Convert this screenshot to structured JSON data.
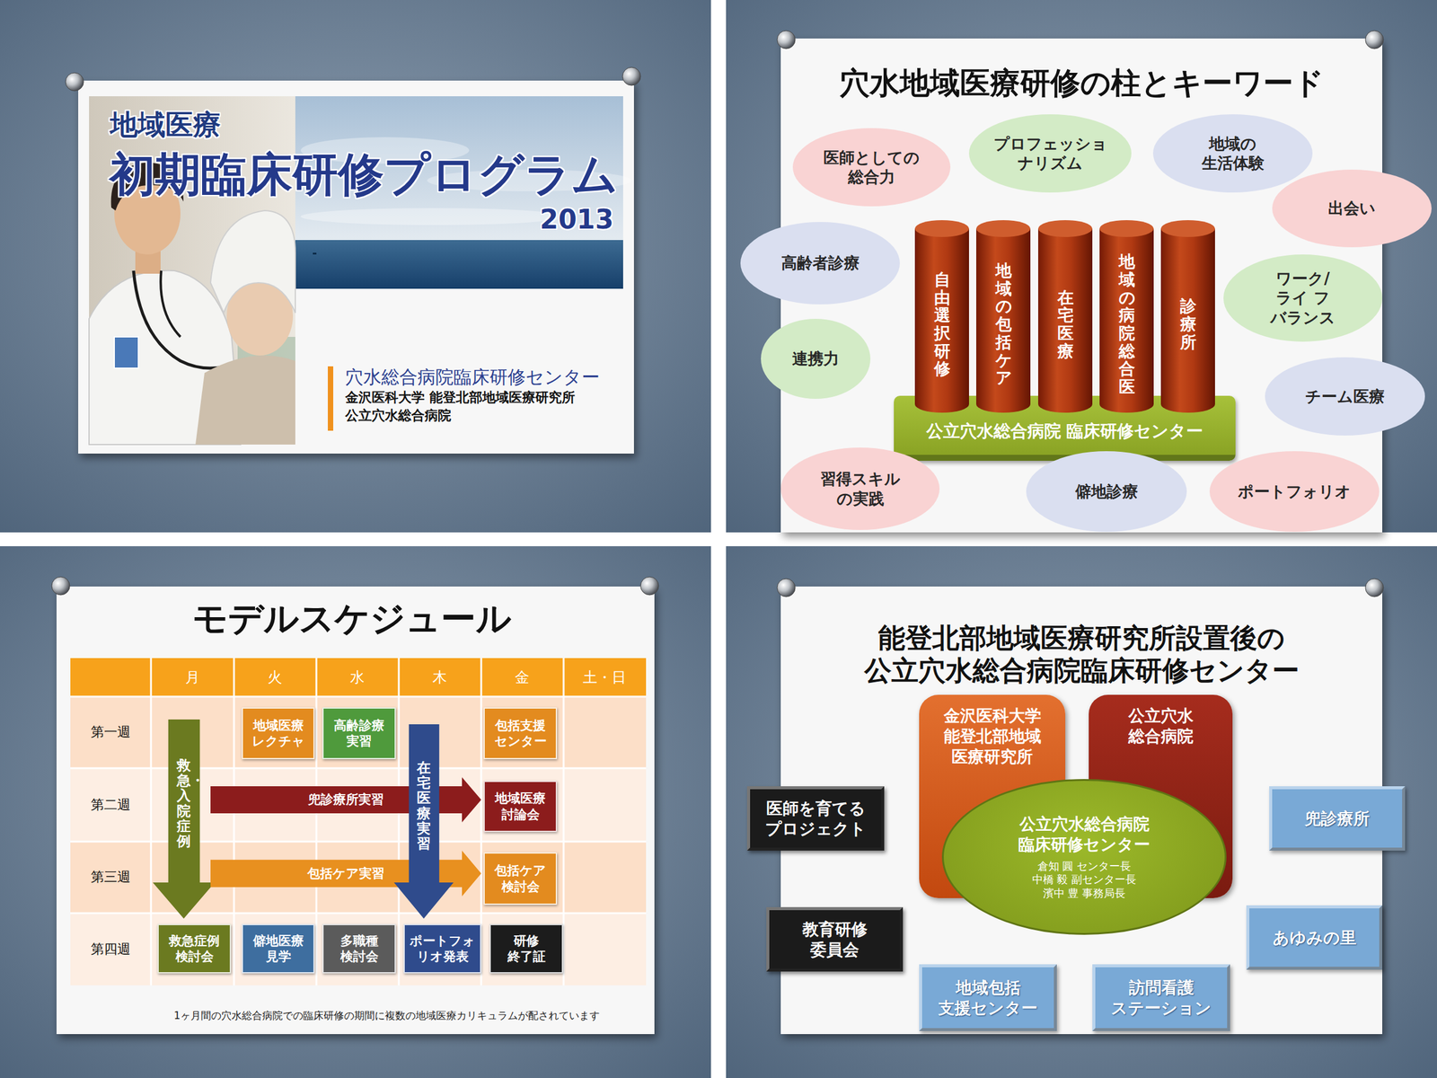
{
  "diagram": {
    "nodes": [
      {
        "text": [
          "医師としての 総合力"
        ]
      },
      {
        "text": [
          "プロフェッショ ナリズム"
        ]
      },
      {
        "text": [
          "地域の 生活体験"
        ]
      },
      {
        "text": [
          "出会い"
        ]
      },
      {
        "text": [
          "高齢者診療"
        ]
      },
      {
        "text": [
          "ワーク/ライ フ バランス"
        ]
      },
      {
        "text": [
          "連携力"
        ]
      },
      {
        "text": [
          "チーム医療"
        ]
      },
      {
        "text": [
          "自由選択研修"
        ]
      },
      {
        "text": [
          "地域の包括ケア"
        ]
      },
      {
        "text": [
          "在宅医療"
        ]
      },
      {
        "text": [
          "地域の病院総合医"
        ]
      },
      {
        "text": [
          "診療所"
        ]
      },
      {
        "text": [
          "公立穴水総合病院 臨床研修センター"
        ]
      },
      {
        "text": [
          "習得スキル の実践"
        ]
      },
      {
        "text": [
          "僻地診療"
        ]
      },
      {
        "text": [
          "ポートフォリオ"
        ]
      },
      {
        "text": [
          "地域医療 レクチャ"
        ]
      },
      {
        "text": [
          "高齢診療 実習"
        ]
      },
      {
        "text": [
          "包括支援 センター"
        ]
      },
      {
        "text": [
          "救急・入院症例"
        ]
      },
      {
        "text": [
          "在宅医療実習"
        ]
      },
      {
        "text": [
          "兜診療所実習"
        ]
      },
      {
        "text": [
          "地域医療 討論会"
        ]
      },
      {
        "text": [
          "包括ケア実習"
        ]
      },
      {
        "text": [
          "包括ケア 検討会"
        ]
      },
      {
        "text": [
          "救急症例 検討会"
        ]
      },
      {
        "text": [
          "僻地医療 見学"
        ]
      },
      {
        "text": [
          "多職種 検討会"
        ]
      },
      {
        "text": [
          "ポートフォ リオ発表"
        ]
      },
      {
        "text": [
          "研修 終了証"
        ]
      },
      {
        "text": [
          "金沢医科大学 能登北部地域 医療研究所"
        ]
      },
      {
        "text": [
          "公立穴水 総合病院"
        ]
      },
      {
        "text": [
          "公立穴水総合病院 臨床研修センター",
          "倉知 圓 センター長",
          "中橋 毅 副センター長",
          "濱中 豊 事務局長"
        ]
      },
      {
        "text": [
          "医師を育てる プロジェクト"
        ]
      },
      {
        "text": [
          "兜診療所"
        ]
      },
      {
        "text": [
          "教育研修 委員会"
        ]
      },
      {
        "text": [
          "あゆみの里"
        ]
      },
      {
        "text": [
          "地域包括 支援センター"
        ]
      },
      {
        "text": [
          "訪問看護 ステーション"
        ]
      }
    ],
    "labels": [
      "地域医療",
      "初期臨床研修プログラム",
      "2013",
      "穴水総合病院臨床研修センター",
      "金沢医科大学 能登北部地域医療研究所",
      "公立穴水総合病院",
      "穴水地域医療研修の柱とキーワード",
      "モデルスケジュール",
      "月",
      "火",
      "水",
      "木",
      "金",
      "土・日",
      "第一週",
      "第二週",
      "第三週",
      "第四週",
      "1ヶ月間の穴水総合病院での臨床研修の期間に複数の地域医療カリキュラムが配されています",
      "能登北部地域医療研究所設置後の 公立穴水総合病院臨床研修センター"
    ]
  }
}
